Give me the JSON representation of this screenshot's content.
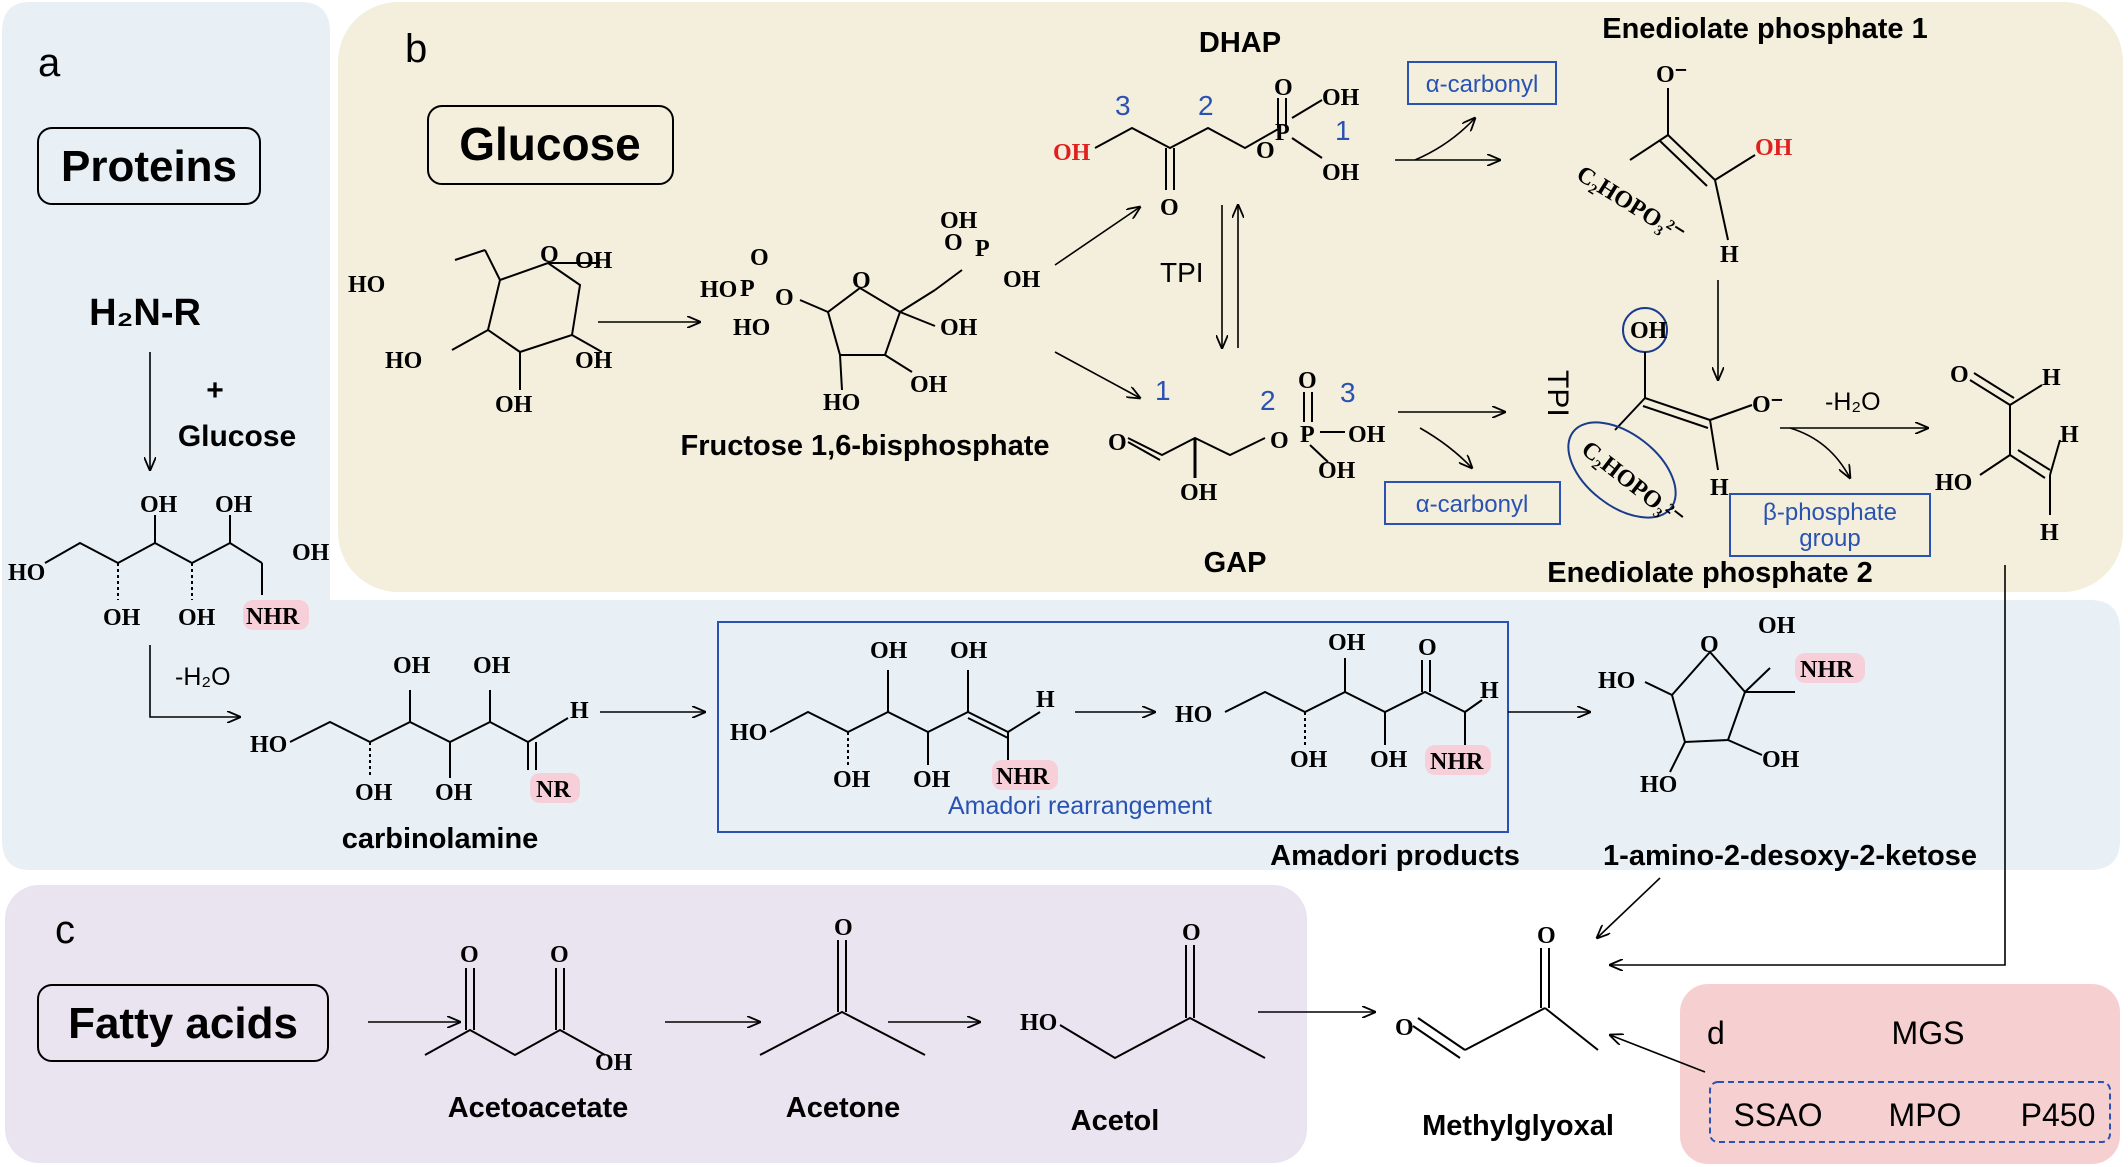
{
  "colors": {
    "panel_a_bg": "#e8f0f6",
    "panel_b_bg": "#f3efdc",
    "panel_c_bg": "#e9e4f0",
    "panel_d_bg": "#f6cfd1",
    "label_blue": "#2952b3",
    "oh_red": "#e0201e",
    "nhr_highlight": "#f6cfd9"
  },
  "panel_a": {
    "letter": "a",
    "title": "Proteins",
    "amine": "H₂N-R",
    "plus": "+",
    "glucose": "Glucose",
    "minus_water": "-H₂O",
    "carbinolamine": "carbinolamine",
    "amadori_rearrangement": "Amadori rearrangement",
    "amadori_products": "Amadori products",
    "ketose": "1-amino-2-desoxy-2-ketose"
  },
  "panel_b": {
    "letter": "b",
    "title": "Glucose",
    "fbp": "Fructose 1,6-bisphosphate",
    "dhap": "DHAP",
    "gap": "GAP",
    "tpi": "TPI",
    "tpi_rot": "TPI",
    "alpha_carbonyl_1": "α-carbonyl",
    "alpha_carbonyl_2": "α-carbonyl",
    "enediolate_1": "Enediolate phosphate 1",
    "enediolate_2": "Enediolate phosphate 2",
    "beta_phosphate_1": "β-phosphate",
    "beta_phosphate_2": "group",
    "minus_water": "-H₂O",
    "num_dhap_1": "1",
    "num_dhap_2": "2",
    "num_dhap_3": "3",
    "num_gap_1": "1",
    "num_gap_2": "2",
    "num_gap_3": "3"
  },
  "panel_c": {
    "letter": "c",
    "title": "Fatty acids",
    "acetoacetate": "Acetoacetate",
    "acetone": "Acetone",
    "acetol": "Acetol"
  },
  "panel_d": {
    "letter": "d",
    "mgs": "MGS",
    "ssao": "SSAO",
    "mpo": "MPO",
    "p450": "P450"
  },
  "product": "Methylglyoxal",
  "atoms": {
    "oh": "OH",
    "ho": "HO",
    "o": "O",
    "p": "P",
    "h": "H",
    "nhr": "NHR",
    "nr": "NR",
    "o_minus": "O⁻",
    "c2hopo3": "C₂HOPO₃²⁻"
  }
}
